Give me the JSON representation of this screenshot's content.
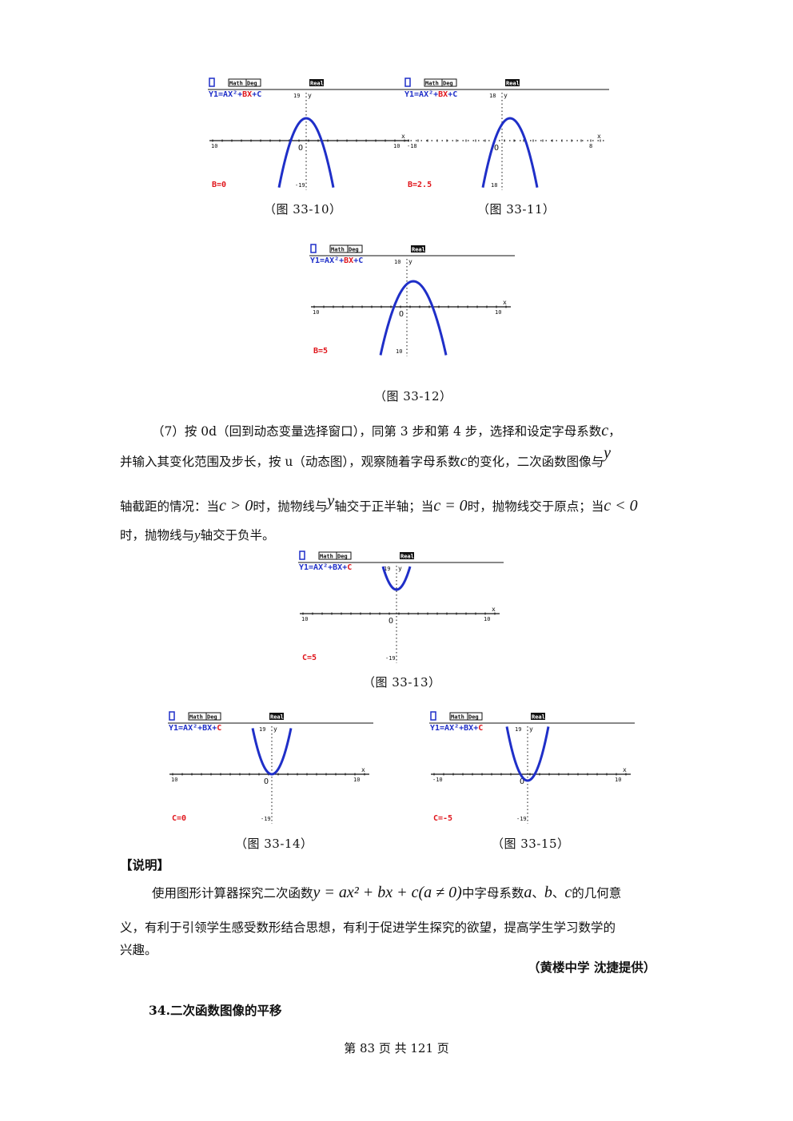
{
  "screens": {
    "status": {
      "math": "Math",
      "deg": "Deg",
      "real": "Real"
    },
    "func_prefix": "Y1=AX²+",
    "func_b": "BX",
    "func_plus": "+",
    "func_c": "C",
    "x_label": "x",
    "y_label": "y",
    "origin": "O",
    "items": [
      {
        "id": "33-10",
        "param": "B=0",
        "xmin": "10",
        "xmax": "10",
        "ytop": "19",
        "ybot": "-19",
        "red": "b"
      },
      {
        "id": "33-11",
        "param": "B=2.5",
        "xmin": "-18",
        "xmax": "8",
        "ytop": "18",
        "ybot": "18",
        "red": "b"
      },
      {
        "id": "33-12",
        "param": "B=5",
        "xmin": "10",
        "xmax": "10",
        "ytop": "10",
        "ybot": "10",
        "red": "b"
      },
      {
        "id": "33-13",
        "param": "C=5",
        "xmin": "10",
        "xmax": "10",
        "ytop": "19",
        "ybot": "-19",
        "red": "c"
      },
      {
        "id": "33-14",
        "param": "C=0",
        "xmin": "10",
        "xmax": "10",
        "ytop": "19",
        "ybot": "-19",
        "red": "c"
      },
      {
        "id": "33-15",
        "param": "C=-5",
        "xmin": "-10",
        "xmax": "10",
        "ytop": "19",
        "ybot": "-19",
        "red": "c"
      }
    ]
  },
  "captions": {
    "f10": "（图 33-10）",
    "f11": "（图 33-11）",
    "f12": "（图 33-12）",
    "f13": "（图 33-13）",
    "f14": "（图 33-14）",
    "f15": "（图 33-15）"
  },
  "step7": {
    "l1a": "（7）按 0d（回到动态变量选择窗口），同第 3 步和第 4 步，选择和设定字母系数",
    "var_c": "c",
    "l1b": "，",
    "l2a": "并输入其变化范围及步长，按 u（动态图），观察随着字母系数",
    "l2b": "的变化，二次函数图像与",
    "var_y": "y",
    "l3a": "轴截距的情况：当",
    "cond1": "c > 0",
    "l3b": "时，抛物线与",
    "l3c": "轴交于正半轴；当",
    "cond2": "c = 0",
    "l3d": "时，抛物线交于原点；当",
    "cond3": "c < 0",
    "l4a": "时，抛物线与",
    "l4b": "轴交于负半。"
  },
  "note": {
    "heading": "【说明】",
    "l1a": "使用图形计算器探究二次函数",
    "formula": "y = ax² + bx + c(a ≠ 0)",
    "l1b": "中字母系数",
    "va": "a",
    "sep1": "、",
    "vb": "b",
    "sep2": "、",
    "vc": "c",
    "l1c": "的几何意",
    "l2": "义，有利于引领学生感受数形结合思想，有利于促进学生探究的欲望，提高学生学习数学的",
    "l3": "兴趣。",
    "credit": "（黄楼中学  沈捷提供）"
  },
  "section_heading": "34.二次函数图像的平移",
  "footer": "第 83 页 共 121 页",
  "colors": {
    "curve": "#1f2fc8",
    "param": "#e0151b",
    "text": "#1f2fc8"
  }
}
